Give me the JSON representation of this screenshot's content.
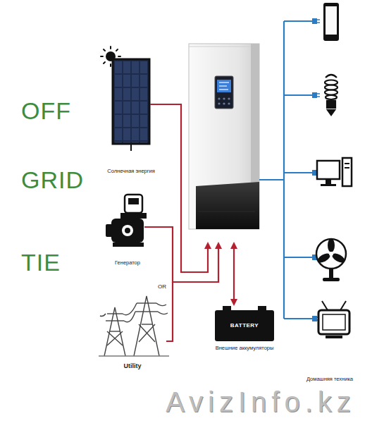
{
  "diagram": {
    "nodes": [
      {
        "text": [
          "Солнечная энергия"
        ]
      },
      {
        "text": [
          "Генератор"
        ]
      },
      {
        "text": [
          "Utility"
        ]
      },
      {
        "text": [
          "BATTERY",
          "Внешние аккумуляторы"
        ]
      },
      {
        "text": [
          "Домашняя техника"
        ]
      }
    ],
    "labels": [
      "OFF",
      "GRID",
      "TIE",
      "OR",
      "AvizInfo.kz"
    ]
  }
}
